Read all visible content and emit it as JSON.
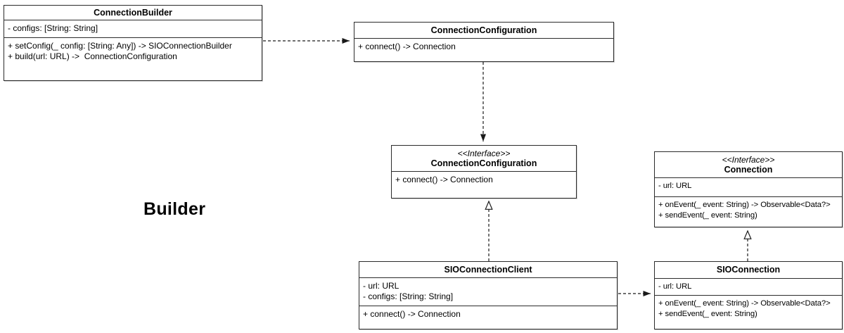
{
  "diagram": {
    "label": "Builder"
  },
  "colors": {
    "border": "#2b2b2b",
    "line": "#1a1a1a",
    "text": "#000000",
    "background": "#ffffff"
  },
  "classes": {
    "connection_builder": {
      "title": "ConnectionBuilder",
      "attributes": [
        "- configs: [String: String]"
      ],
      "methods": [
        "+ setConfig(_ config: [String: Any]) -> SIOConnectionBuilder",
        "+ build(url: URL) ->  ConnectionConfiguration"
      ]
    },
    "connection_configuration": {
      "title": "ConnectionConfiguration",
      "methods": [
        "+ connect() -> Connection"
      ]
    },
    "connection_configuration_interface": {
      "stereotype": "<<Interface>>",
      "title": "ConnectionConfiguration",
      "methods": [
        "+ connect() -> Connection"
      ]
    },
    "connection_interface": {
      "stereotype": "<<Interface>>",
      "title": "Connection",
      "attributes": [
        "- url: URL"
      ],
      "methods": [
        "+ onEvent(_ event: String) -> Observable<Data?>",
        "+ sendEvent(_ event: String)"
      ]
    },
    "sio_connection_client": {
      "title": "SIOConnectionClient",
      "attributes": [
        "- url: URL",
        "- configs: [String: String]"
      ],
      "methods": [
        "+ connect() -> Connection"
      ]
    },
    "sio_connection": {
      "title": "SIOConnection",
      "attributes": [
        "- url: URL"
      ],
      "methods": [
        "+ onEvent(_ event: String) -> Observable<Data?>",
        "+ sendEvent(_ event: String)"
      ]
    }
  },
  "relations": {
    "builder_to_configuration": "dependency",
    "configuration_to_interface": "dependency",
    "client_to_configuration_interface": "realization",
    "client_to_sio_connection": "dependency",
    "sio_connection_to_connection_interface": "realization"
  }
}
